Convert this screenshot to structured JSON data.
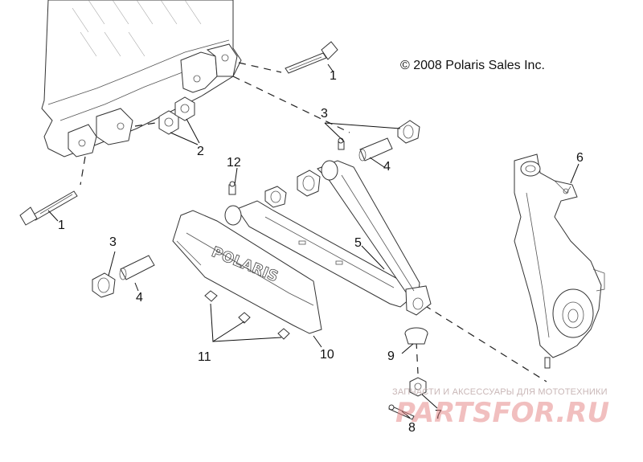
{
  "copyright": "© 2008 Polaris Sales Inc.",
  "brand_label": "POLARIS",
  "watermark": {
    "line1": "ЗАПЧАСТИ И АКСЕССУАРЫ ДЛЯ МОТОТЕХНИКИ",
    "logo": "PARTSFOR.RU"
  },
  "callouts": {
    "c1a": "1",
    "c1b": "1",
    "c2": "2",
    "c3a": "3",
    "c3b": "3",
    "c4a": "4",
    "c4b": "4",
    "c5": "5",
    "c6": "6",
    "c7": "7",
    "c8": "8",
    "c9": "9",
    "c10": "10",
    "c11": "11",
    "c12": "12"
  }
}
